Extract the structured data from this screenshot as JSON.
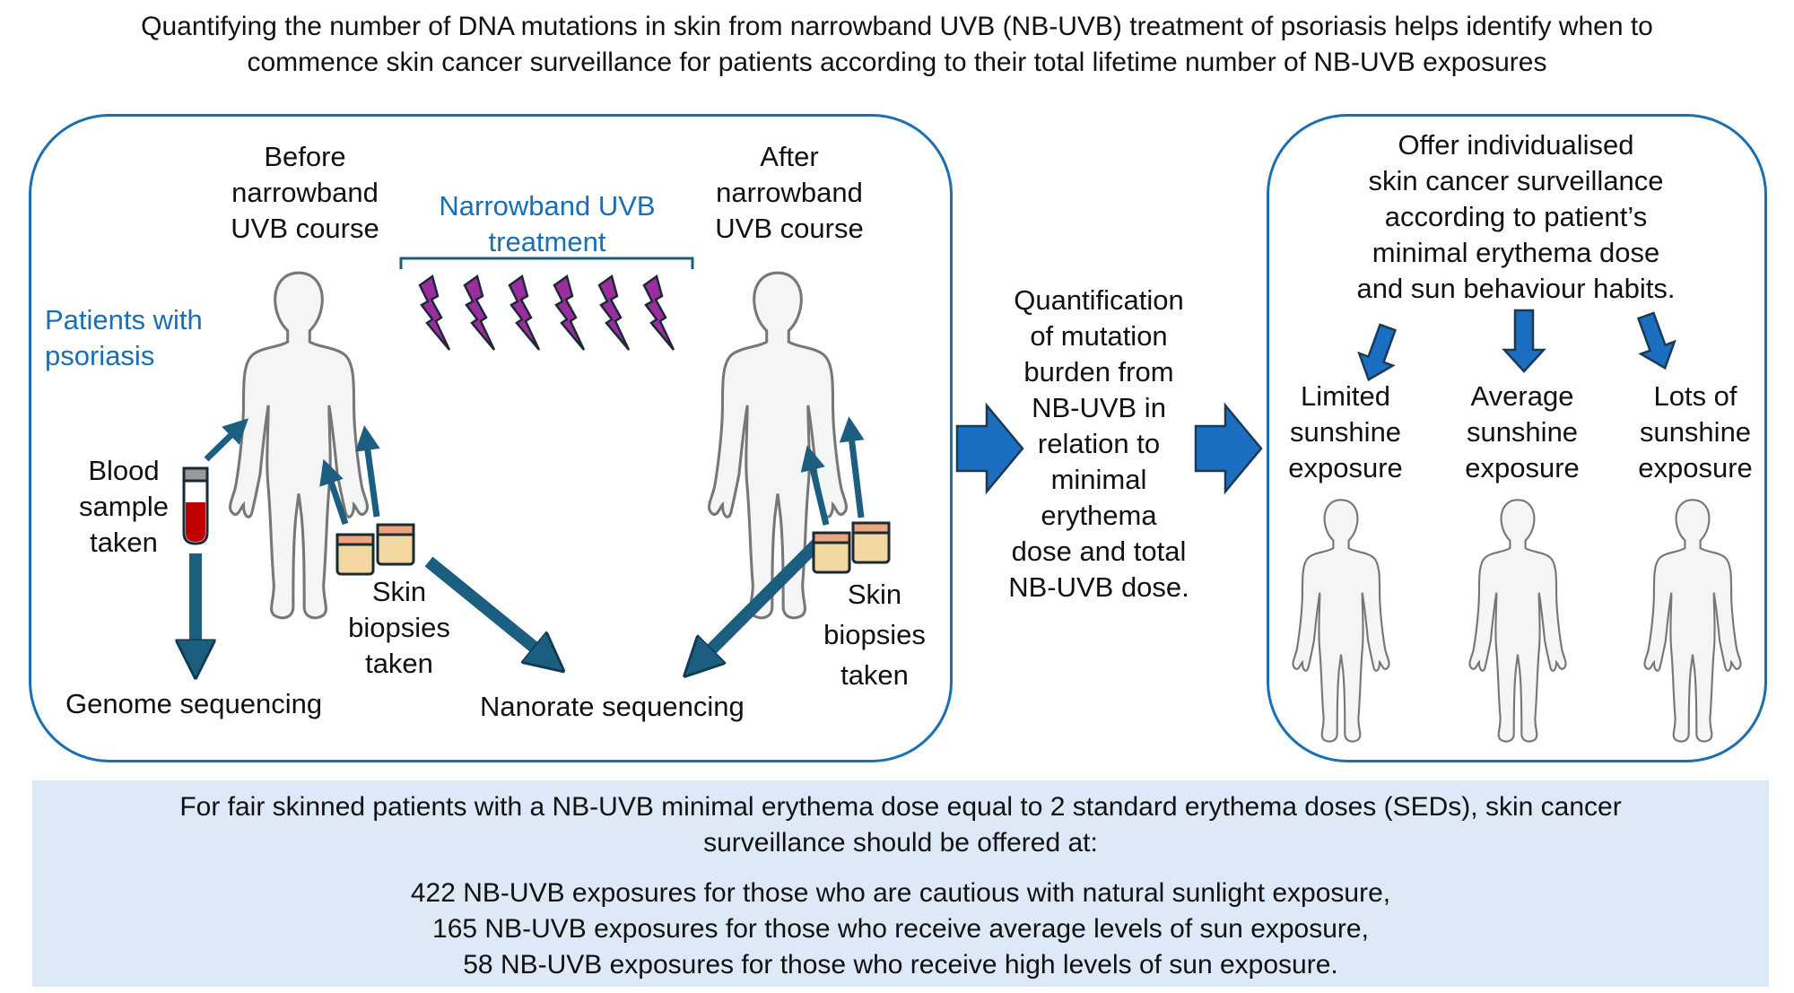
{
  "headline": {
    "line1": "Quantifying the number of DNA mutations in skin from narrowband UVB (NB-UVB) treatment of psoriasis helps identify when to",
    "line2": "commence skin cancer surveillance for patients according to their total lifetime number of NB-UVB exposures"
  },
  "study_panel": {
    "patients_label": [
      "Patients with",
      "psoriasis"
    ],
    "before_label": [
      "Before",
      "narrowband",
      "UVB course"
    ],
    "after_label": [
      "After",
      "narrowband",
      "UVB course"
    ],
    "treatment_label": [
      "Narrowband UVB",
      "treatment"
    ],
    "uv_bolt_count": 6,
    "blood_label": [
      "Blood",
      "sample",
      "taken"
    ],
    "skin_label_before": [
      "Skin",
      "biopsies",
      "taken"
    ],
    "skin_label_after": [
      "Skin",
      "biopsies",
      "taken"
    ],
    "genome_label": "Genome sequencing",
    "nanorate_label": "Nanorate sequencing"
  },
  "middle_step": {
    "lines": [
      "Quantification",
      "of mutation",
      "burden from",
      "NB-UVB in",
      "relation to",
      "minimal",
      "erythema",
      "dose and total",
      "NB-UVB dose."
    ]
  },
  "surveillance_panel": {
    "intro": [
      "Offer individualised",
      "skin cancer surveillance",
      "according to patient’s",
      "minimal erythema dose",
      "and sun behaviour habits."
    ],
    "groups": [
      {
        "label": [
          "Limited",
          "sunshine",
          "exposure"
        ]
      },
      {
        "label": [
          "Average",
          "sunshine",
          "exposure"
        ]
      },
      {
        "label": [
          "Lots of",
          "sunshine",
          "exposure"
        ]
      }
    ]
  },
  "summary": {
    "intro_line1": "For fair skinned patients with a NB-UVB minimal erythema dose equal to 2 standard erythema doses (SEDs), skin cancer",
    "intro_line2": "surveillance should be offered at:",
    "items": [
      "422 NB-UVB exposures for those who are cautious with natural sunlight exposure,",
      "165 NB-UVB exposures for those who receive average levels of sun exposure,",
      "58 NB-UVB exposures for those who receive high levels of sun exposure."
    ]
  },
  "colors": {
    "panel_border": "#1a6eb4",
    "label_blue": "#1a6eb4",
    "flow_arrow": "#1c6fc0",
    "sample_arrow": "#1b5e80",
    "uv_bolt": "#9b2d9e",
    "summary_bg": "#dde9f6",
    "blood": "#c00000",
    "jar_body": "#f2d8a0",
    "jar_lid": "#eea47e",
    "body_fill": "#f4f5f5",
    "body_outline": "#777777"
  }
}
